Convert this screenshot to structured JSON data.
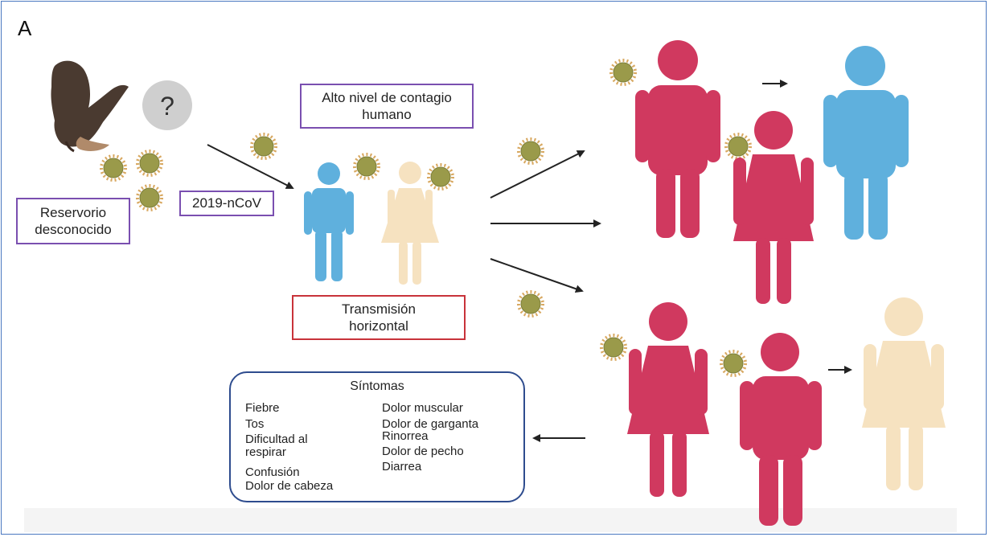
{
  "panel_label": "A",
  "labels": {
    "reservoir": "Reservorio desconocido",
    "question_mark": "?",
    "virus_name": "2019-nCoV",
    "contagion": "Alto nivel de contagio humano",
    "transmission": "Transmisión horizontal"
  },
  "symptoms": {
    "title": "Síntomas",
    "left": [
      "Fiebre",
      "Tos",
      "Dificultad al",
      "respirar",
      "Confusión",
      "Dolor de cabeza"
    ],
    "right": [
      "Dolor muscular",
      "Dolor de garganta",
      "Rinorrea",
      "Dolor de pecho",
      "Diarrea"
    ]
  },
  "colors": {
    "infected": "#d0395f",
    "healthy_male": "#5fb0dd",
    "healthy_female": "#f6e2c0",
    "virus": "#9a9a4a",
    "virus_spikes": "#d8a860",
    "reservoir_border": "#7a4fb0",
    "transmission_border": "#c8333a",
    "symptoms_border": "#2e4c8e"
  },
  "icons": [
    "bat-icon",
    "question-icon",
    "virus-icon",
    "man-icon",
    "woman-icon",
    "arrow-icon"
  ]
}
